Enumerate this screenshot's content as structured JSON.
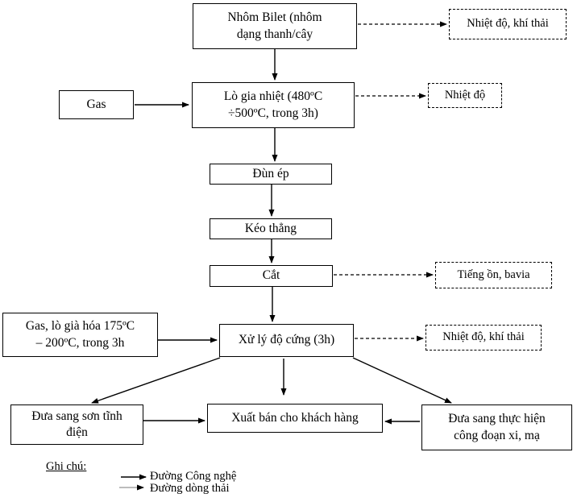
{
  "title": "Quy trình công nghệ sản xuất nhôm (flowchart)",
  "colors": {
    "ink": "#000000",
    "legend_waste_line": "#a6a6a6",
    "background": "#ffffff"
  },
  "nodes": {
    "nhom_bilet": "Nhôm Bilet (nhôm\ndạng thanh/cây",
    "gas": "Gas",
    "lo_gia_nhiet": "Lò gia nhiệt (480ºC\n÷500ºC, trong 3h)",
    "dun_ep": "Đùn ép",
    "keo_thang": "Kéo thẳng",
    "cat": "Cắt",
    "gas_lo_gia_hoa": "Gas, lò già hóa 175ºC\n– 200ºC, trong 3h",
    "xu_ly_do_cung": "Xử lý độ cứng (3h)",
    "son_tinh_dien": "Đưa sang sơn tĩnh\nđiện",
    "xuat_ban": "Xuất bán cho khách hàng",
    "xi_ma": "Đưa sang thực hiện\ncông đoạn xi, mạ"
  },
  "waste_outputs": {
    "nhiet_do_khi_thai_top": "Nhiệt độ, khí thải",
    "nhiet_do": "Nhiệt độ",
    "tieng_on_bavia": "Tiếng ồn, bavia",
    "nhiet_do_khi_thai_mid": "Nhiệt độ, khí thải"
  },
  "legend": {
    "title": "Ghi chú:",
    "items": [
      {
        "label": "Đường Công nghệ"
      },
      {
        "label": "Đường dòng thải"
      }
    ]
  }
}
